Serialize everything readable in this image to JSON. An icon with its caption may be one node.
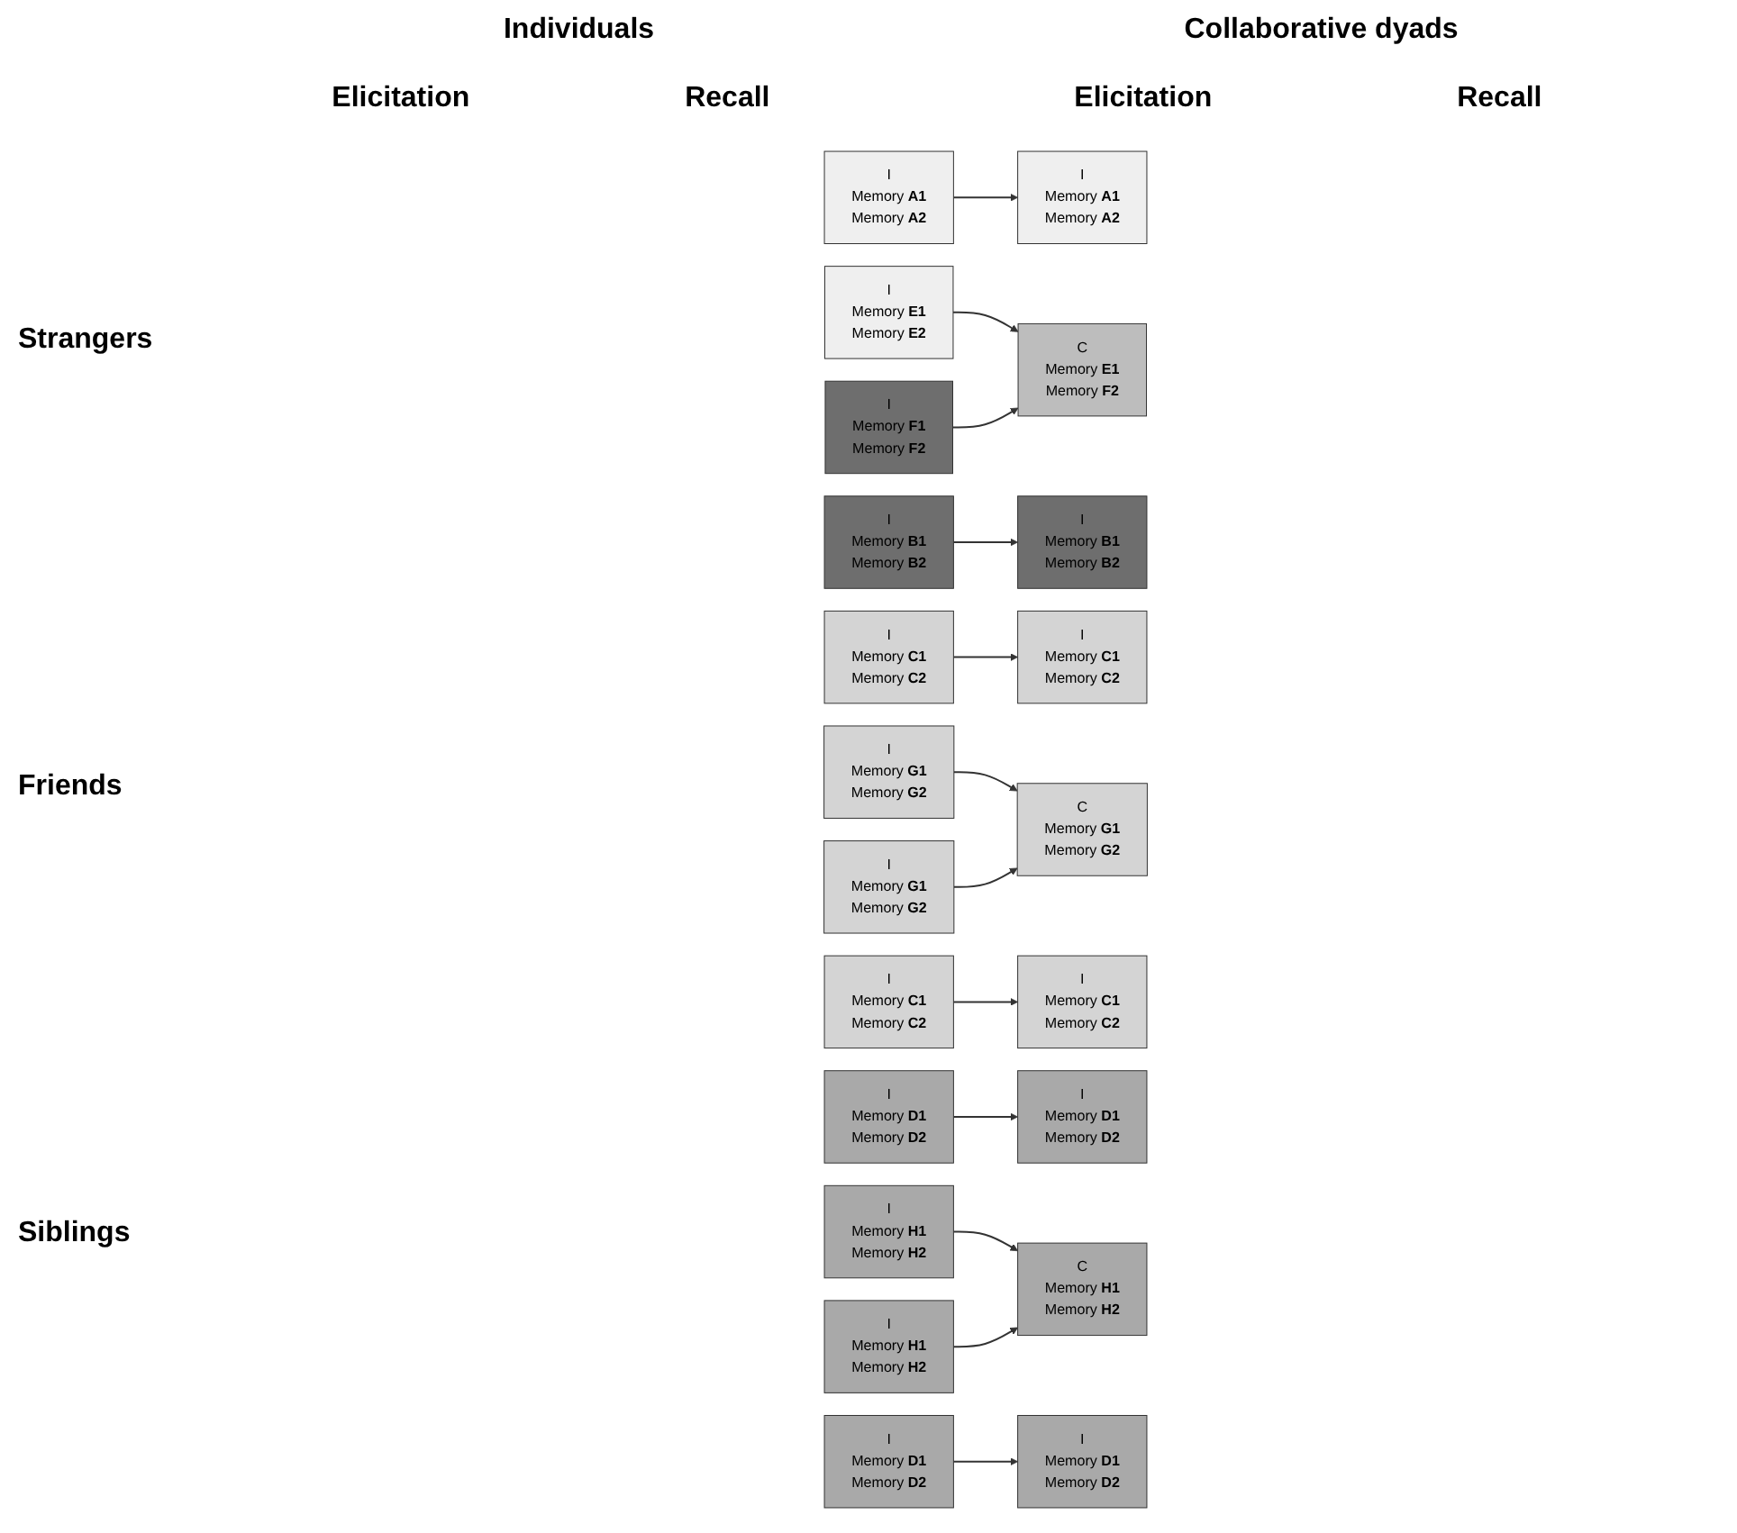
{
  "diagram": {
    "nodes": [
      {
        "text": [
          "I",
          "Memory A1",
          "Memory A2"
        ]
      },
      {
        "text": [
          "I",
          "Memory A1",
          "Memory A2"
        ]
      },
      {
        "text": [
          "I",
          "Memory E1",
          "Memory E2"
        ]
      },
      {
        "text": [
          "C",
          "Memory E1",
          "Memory F2"
        ]
      },
      {
        "text": [
          "I",
          "Memory B1",
          "Memory B2"
        ]
      },
      {
        "text": [
          "I",
          "Memory B1",
          "Memory B2"
        ]
      },
      {
        "text": [
          "I",
          "Memory F1",
          "Memory F2"
        ]
      },
      {
        "text": [
          "I",
          "Memory C1",
          "Memory C2"
        ]
      },
      {
        "text": [
          "I",
          "Memory C1",
          "Memory C2"
        ]
      },
      {
        "text": [
          "I",
          "Memory G1",
          "Memory G2"
        ]
      },
      {
        "text": [
          "C",
          "Memory G1",
          "Memory G2"
        ]
      },
      {
        "text": [
          "I",
          "Memory C1",
          "Memory C2"
        ]
      },
      {
        "text": [
          "I",
          "Memory C1",
          "Memory C2"
        ]
      },
      {
        "text": [
          "I",
          "Memory G1",
          "Memory G2"
        ]
      },
      {
        "text": [
          "I",
          "Memory D1",
          "Memory D2"
        ]
      },
      {
        "text": [
          "I",
          "Memory D1",
          "Memory D2"
        ]
      },
      {
        "text": [
          "I",
          "Memory H1",
          "Memory H2"
        ]
      },
      {
        "text": [
          "C",
          "Memory H1",
          "Memory H2"
        ]
      },
      {
        "text": [
          "I",
          "Memory D1",
          "Memory D2"
        ]
      },
      {
        "text": [
          "I",
          "Memory D1",
          "Memory D2"
        ]
      },
      {
        "text": [
          "I",
          "Memory H1",
          "Memory H2"
        ]
      }
    ],
    "edges": [
      {
        "from": 0,
        "to": 1,
        "arrow": "to"
      },
      {
        "from": 2,
        "to": 3,
        "arrow": "to"
      },
      {
        "from": 4,
        "to": 5,
        "arrow": "to"
      },
      {
        "from": 6,
        "to": 3,
        "arrow": "to"
      },
      {
        "from": 7,
        "to": 8,
        "arrow": "to"
      },
      {
        "from": 9,
        "to": 10,
        "arrow": "to"
      },
      {
        "from": 11,
        "to": 12,
        "arrow": "to"
      },
      {
        "from": 13,
        "to": 10,
        "arrow": "to"
      },
      {
        "from": 14,
        "to": 15,
        "arrow": "to"
      },
      {
        "from": 16,
        "to": 17,
        "arrow": "to"
      },
      {
        "from": 18,
        "to": 19,
        "arrow": "to"
      },
      {
        "from": 20,
        "to": 17,
        "arrow": "to"
      }
    ],
    "labels": [
      "Individuals",
      "Collaborative dyads",
      "Elicitation",
      "Recall",
      "Elicitation",
      "Recall",
      "Strangers",
      "Friends",
      "Siblings"
    ]
  }
}
